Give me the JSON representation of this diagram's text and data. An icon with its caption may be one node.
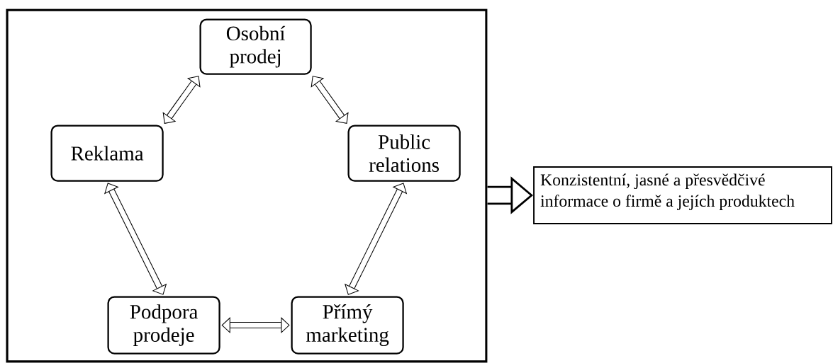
{
  "diagram": {
    "nodes": [
      {
        "text": [],
        "shape": "box"
      },
      {
        "text": [
          "Osobní prodej"
        ],
        "in": 0
      },
      {
        "text": [
          "Reklama"
        ],
        "in": 0
      },
      {
        "text": [
          "Public relations"
        ],
        "in": 0
      },
      {
        "text": [
          "Podpora prodeje"
        ],
        "in": 0
      },
      {
        "text": [
          "Přímý marketing"
        ],
        "in": 0
      },
      {
        "text": [
          "Konzistentní, jasné a přesvědčivé informace o firmě a jejích produktech"
        ]
      }
    ],
    "edges": [
      {
        "from": 1,
        "to": 2,
        "arrow": "both"
      },
      {
        "from": 1,
        "to": 3,
        "arrow": "both"
      },
      {
        "from": 2,
        "to": 4,
        "arrow": "both"
      },
      {
        "from": 3,
        "to": 5,
        "arrow": "both"
      },
      {
        "from": 4,
        "to": 5,
        "arrow": "both"
      },
      {
        "from": 0,
        "to": 6,
        "arrow": "to",
        "style": "thick"
      }
    ]
  }
}
